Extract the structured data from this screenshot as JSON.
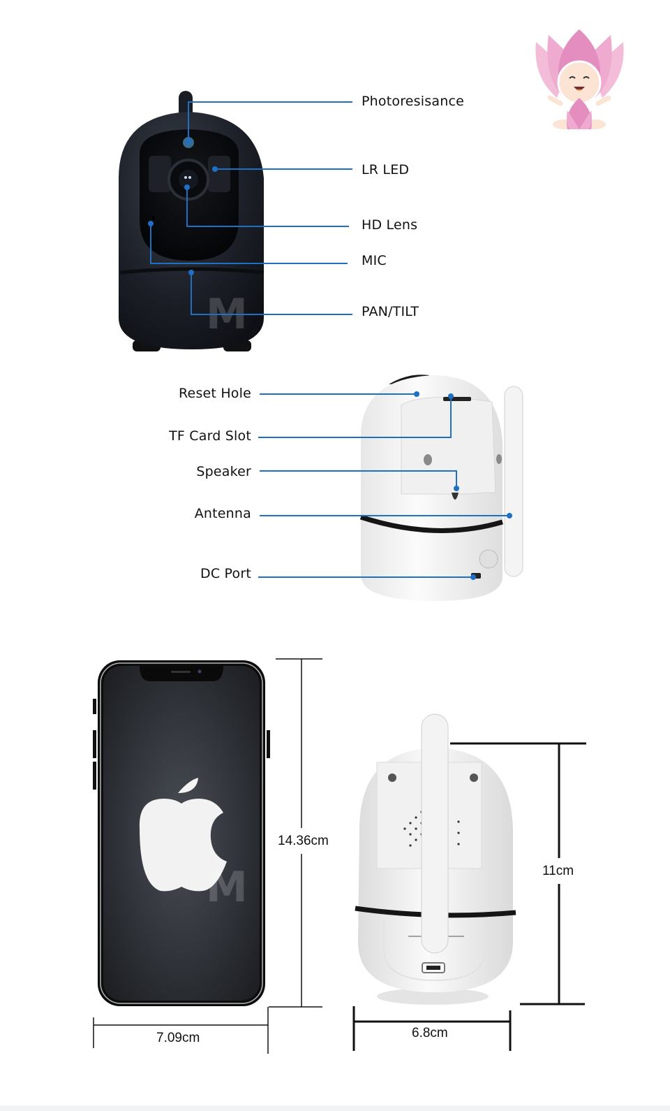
{
  "front_view": {
    "callouts": [
      {
        "label": "Photoresisance"
      },
      {
        "label": "LR LED"
      },
      {
        "label": "HD Lens"
      },
      {
        "label": "MIC"
      },
      {
        "label": "PAN/TILT"
      }
    ]
  },
  "side_view": {
    "callouts": [
      {
        "label": "Reset Hole"
      },
      {
        "label": "TF Card Slot"
      },
      {
        "label": "Speaker"
      },
      {
        "label": "Antenna"
      },
      {
        "label": "DC Port"
      }
    ]
  },
  "dimensions": {
    "phone_height": "14.36cm",
    "phone_width": "7.09cm",
    "camera_height": "11cm",
    "camera_width": "6.8cm"
  },
  "colors": {
    "callout_line": "#1f6fc4",
    "camera_black": "#1a1d24",
    "camera_white": "#f3f3f3",
    "logo_pink": "#e69ac8"
  },
  "icons": {
    "logo": "baby-lotus-logo",
    "phone_brand": "apple-logo"
  }
}
